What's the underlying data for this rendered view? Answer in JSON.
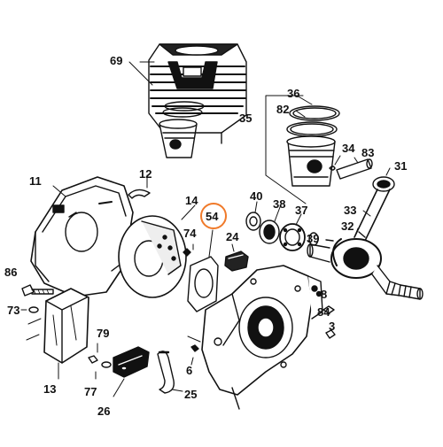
{
  "diagram": {
    "highlight_color": "#f07a2a",
    "highlighted_part": "54",
    "parts": {
      "p69": "69",
      "p36": "36",
      "p82": "82",
      "p35": "35",
      "p34": "34",
      "p83": "83",
      "p31": "31",
      "p12": "12",
      "p11": "11",
      "p14": "14",
      "p54": "54",
      "p40": "40",
      "p38": "38",
      "p37": "37",
      "p33": "33",
      "p32": "32",
      "p74": "74",
      "p24": "24",
      "p39": "39",
      "p86": "86",
      "p73": "73",
      "p8": "8",
      "p84": "84",
      "p3": "3",
      "p79": "79",
      "p6": "6",
      "p77": "77",
      "p13": "13",
      "p25": "25",
      "p26": "26"
    }
  }
}
